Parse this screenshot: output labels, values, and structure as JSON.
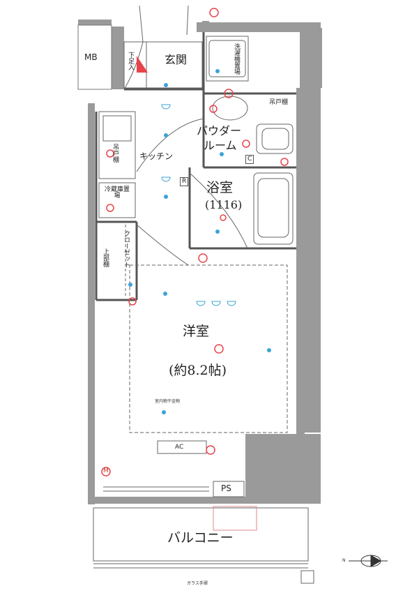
{
  "rooms": {
    "mb": "MB",
    "entrance": "玄関",
    "shoe_box": "下足入",
    "washer": "洗濯機置場",
    "closet_top": "吊戸棚",
    "powder_room_1": "パウダー",
    "powder_room_2": "ルーム",
    "kitchen": "キッチン",
    "cupboard": "吊戸棚",
    "fridge": "冷蔵庫置場",
    "bath": "浴室",
    "bath_size": "(1116)",
    "closet": "クローゼット",
    "upper_shelf": "上部棚",
    "western_room": "洋室",
    "western_size": "(約8.2帖)",
    "indoor_hanger": "室内物干金物",
    "ac": "AC",
    "ps": "PS",
    "balcony": "バルコニー",
    "glass_rail": "ガラス手摺"
  },
  "symbols": {
    "range_hood": "R",
    "switch_c": "C",
    "meter_m": "M",
    "compass_label": "N"
  },
  "colors": {
    "wall": "#9a9a9a",
    "wall_dark": "#7d7d7d",
    "line": "#555555",
    "outlet": "#e8434a",
    "light": "#3aa3d6"
  }
}
